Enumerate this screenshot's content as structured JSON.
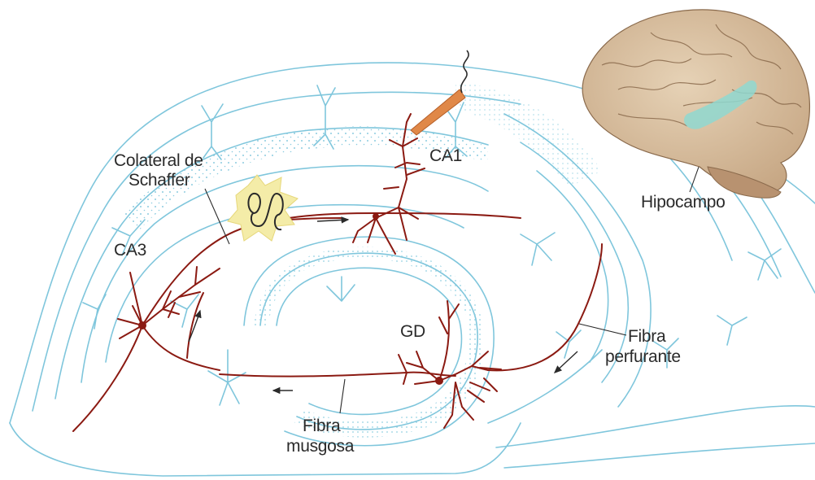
{
  "colors": {
    "tissue": "#7fc6dc",
    "neuron": "#8b1a12",
    "brain": "#d8bfa0",
    "hippocampus_highlight": "#8fd8d0",
    "synapse_highlight": "#f4eca8",
    "electrode": "#e08848",
    "text": "#2a2a2a"
  },
  "labels": {
    "schaffer_line1": "Colateral de",
    "schaffer_line2": "Schaffer",
    "ca1": "CA1",
    "ca3": "CA3",
    "gd": "GD",
    "hipocampo": "Hipocampo",
    "perforant_line1": "Fibra",
    "perforant_line2": "perfurante",
    "mossy_line1": "Fibra",
    "mossy_line2": "musgosa"
  },
  "icons": [
    "recording-electrode-icon",
    "stimulation-coil-icon",
    "brain-icon"
  ]
}
